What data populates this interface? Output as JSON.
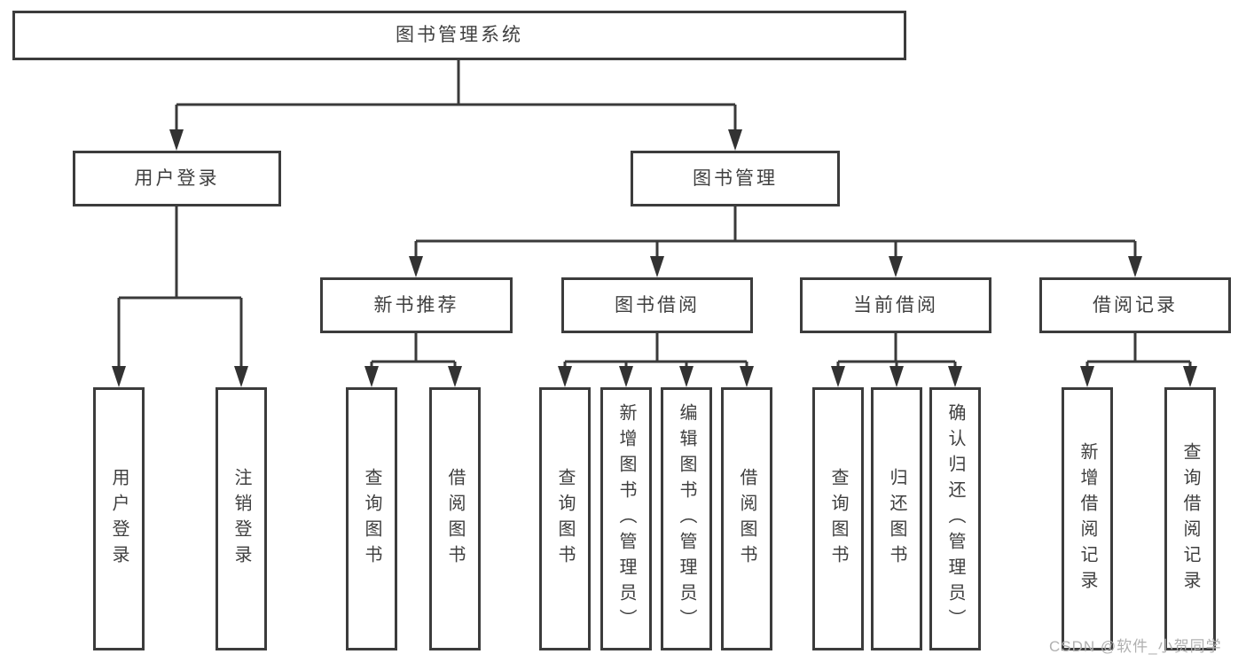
{
  "title": "图书管理系统",
  "watermark": "CSDN @软件_小贺同学",
  "colors": {
    "line": "#3a3a3a",
    "box_border": "#3c3c3c",
    "text": "#3f3f3f",
    "watermark": "#b0b0b0",
    "background": "#ffffff"
  },
  "branches": {
    "user_login": {
      "label": "用户登录",
      "children": [
        "用户登录",
        "注销登录"
      ]
    },
    "book_management": {
      "label": "图书管理",
      "sections": {
        "new_books": {
          "label": "新书推荐",
          "children": [
            "查询图书",
            "借阅图书"
          ]
        },
        "book_borrow": {
          "label": "图书借阅",
          "children": [
            "查询图书",
            "新增图书（管理员）",
            "编辑图书（管理员）",
            "借阅图书"
          ]
        },
        "current_borrow": {
          "label": "当前借阅",
          "children": [
            "查询图书",
            "归还图书",
            "确认归还（管理员）"
          ]
        },
        "borrow_records": {
          "label": "借阅记录",
          "children": [
            "新增借阅记录",
            "查询借阅记录"
          ]
        }
      }
    }
  }
}
